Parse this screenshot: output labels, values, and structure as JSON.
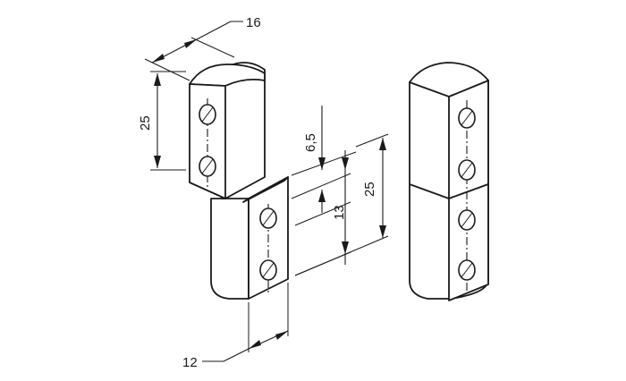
{
  "dimensions": {
    "width_top": "16",
    "height_top": "25",
    "hole_offset": "6,5",
    "hole_spacing": "13",
    "height_bottom": "25",
    "width_bottom": "12"
  }
}
